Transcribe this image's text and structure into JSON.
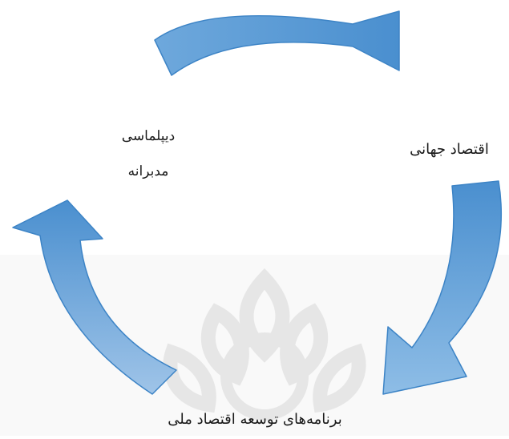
{
  "diagram": {
    "nodes": {
      "diplomacy": [
        "دیپلماسی",
        "مدبرانه"
      ],
      "global_economy": "اقتصاد جهانی",
      "national_programs": "برنامه‌های توسعه اقتصاد ملی"
    },
    "colors": {
      "arrow_fill": "#5b9bd5",
      "arrow_fill_light": "#9fc4e8",
      "arrow_stroke": "#2e75b6",
      "watermark": "#d9d9d9",
      "text": "#1a1a1a"
    },
    "icons": [
      "curved-arrow-icon",
      "emblem-watermark-icon"
    ]
  }
}
